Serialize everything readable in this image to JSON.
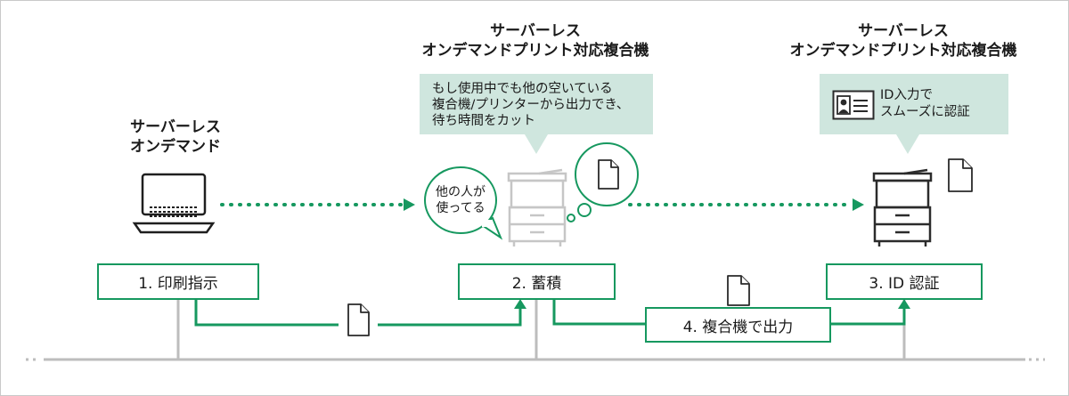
{
  "colors": {
    "accent": "#16985f",
    "callout_bg": "#cfe6de",
    "network_line": "#bdbdbd",
    "printer_inactive": "#c6c6c6",
    "printer_active": "#2b2b2b"
  },
  "left_title": {
    "line1": "サーバーレス",
    "line2": "オンデマンド"
  },
  "middle_title": {
    "line1": "サーバーレス",
    "line2": "オンデマンドプリント対応複合機"
  },
  "right_title": {
    "line1": "サーバーレス",
    "line2": "オンデマンドプリント対応複合機"
  },
  "middle_callout": {
    "line1": "もし使用中でも他の空いている",
    "line2": "複合機/プリンターから出力でき、",
    "line3": "待ち時間をカット"
  },
  "right_callout": {
    "line1": "ID入力で",
    "line2": "スムーズに認証",
    "icon": "id-card-icon"
  },
  "busy_bubble": {
    "line1": "他の人が",
    "line2": "使ってる"
  },
  "steps": {
    "step1": "1. 印刷指示",
    "step2": "2. 蓄積",
    "step3": "3. ID 認証",
    "step4": "4. 複合機で出力"
  },
  "icons": [
    "laptop-icon",
    "printer-icon",
    "document-icon",
    "thought-bubble-icon",
    "id-card-icon"
  ]
}
